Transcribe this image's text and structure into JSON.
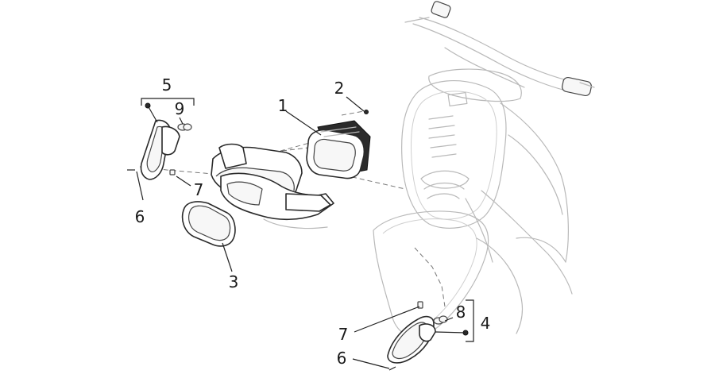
{
  "callouts": [
    {
      "id": "c1",
      "label": "1"
    },
    {
      "id": "c2",
      "label": "2"
    },
    {
      "id": "c3",
      "label": "3"
    },
    {
      "id": "c4",
      "label": "4"
    },
    {
      "id": "c5",
      "label": "5"
    },
    {
      "id": "c6a",
      "label": "6"
    },
    {
      "id": "c6b",
      "label": "6"
    },
    {
      "id": "c7a",
      "label": "7"
    },
    {
      "id": "c7b",
      "label": "7"
    },
    {
      "id": "c8",
      "label": "8"
    },
    {
      "id": "c9",
      "label": "9"
    }
  ]
}
